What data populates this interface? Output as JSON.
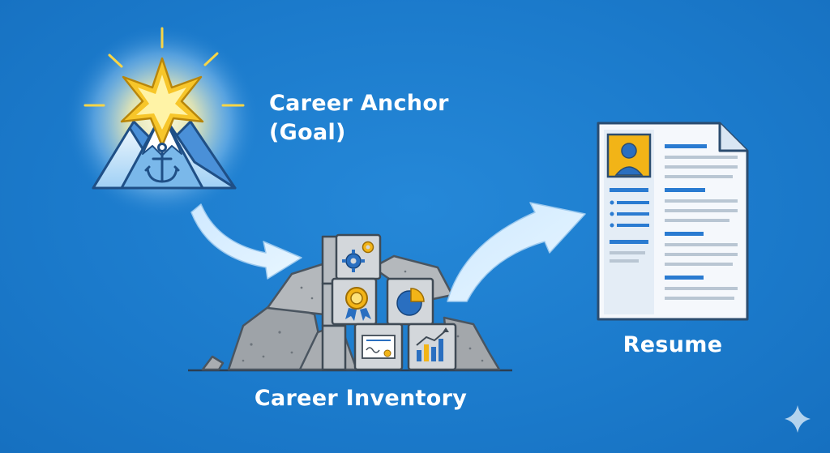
{
  "diagram": {
    "nodes": {
      "anchor": {
        "line1": "Career Anchor",
        "line2": "(Goal)"
      },
      "inventory": {
        "label": "Career Inventory"
      },
      "resume": {
        "label": "Resume"
      }
    },
    "icons": {
      "anchor": "anchor-icon",
      "mountain": "mountain-icon",
      "star": "star-burst-icon",
      "blocks": [
        "gears-icon",
        "award-ribbon-icon",
        "pie-chart-icon",
        "certificate-icon",
        "bar-chart-icon"
      ],
      "resume": "resume-document-icon",
      "sparkle": "sparkle-icon"
    },
    "colors": {
      "background": "#1d7fd0",
      "arrow": "#d9efff",
      "star": "#f7c62a",
      "rock": "#a9adb1",
      "block": "#c9cdd2",
      "gear": "#2a6fc0",
      "text": "#ffffff"
    }
  }
}
